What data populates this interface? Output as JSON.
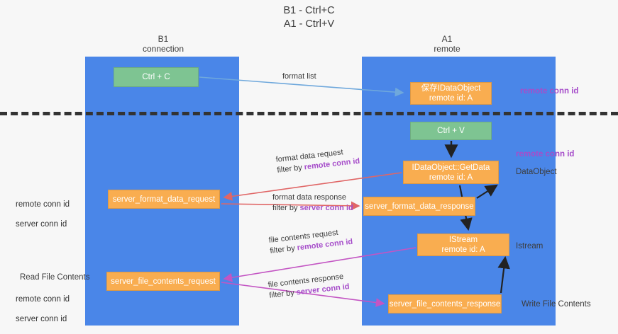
{
  "title": "B1 - Ctrl+C\nA1 - Ctrl+V",
  "columns": {
    "left": {
      "name": "B1",
      "role": "connection",
      "label": "B1\nconnection"
    },
    "right": {
      "name": "A1",
      "role": "remote",
      "label": "A1\nremote"
    }
  },
  "colors": {
    "lane": "#4a86e8",
    "node_orange": "#f9ad50",
    "node_green": "#7ec492",
    "purple": "#a64dca",
    "green_text": "#6aa84f",
    "red_arrow": "#e06666",
    "magenta_arrow": "#c355c3",
    "blue_arrow": "#6fa8dc",
    "black_arrow": "#222222",
    "divider": "#333333",
    "background": "#f7f7f7"
  },
  "nodes": [
    {
      "id": "ctrl-c",
      "lane": "left",
      "style": "green",
      "line1": "Ctrl + C",
      "line2": ""
    },
    {
      "id": "idataobject",
      "lane": "right",
      "style": "orange",
      "line1": "保存IDataObject",
      "line2": "remote id: A"
    },
    {
      "id": "ctrl-v",
      "lane": "right",
      "style": "green",
      "line1": "Ctrl + V",
      "line2": ""
    },
    {
      "id": "idataobject-getdata",
      "lane": "right",
      "style": "orange",
      "line1": "IDataObject::GetData",
      "line2": "remote id: A"
    },
    {
      "id": "server-format-data-request",
      "lane": "left",
      "style": "orange",
      "line1": "server_format_data_request",
      "line2": ""
    },
    {
      "id": "server-format-data-response",
      "lane": "right",
      "style": "orange",
      "line1": "server_format_data_response",
      "line2": ""
    },
    {
      "id": "istream",
      "lane": "right",
      "style": "orange",
      "line1": "IStream",
      "line2": "remote id: A"
    },
    {
      "id": "server-file-contents-request",
      "lane": "left",
      "style": "orange",
      "line1": "server_file_contents_request",
      "line2": ""
    },
    {
      "id": "server-file-contents-response",
      "lane": "right",
      "style": "orange",
      "line1": "server_file_contents_response",
      "line2": ""
    }
  ],
  "edges": [
    {
      "id": "format-list",
      "label": "format list",
      "filter_prefix": "",
      "filter_key": "",
      "color": "#6fa8dc"
    },
    {
      "id": "format-data-request",
      "label": "format data request",
      "filter_prefix": "filter by",
      "filter_key": "remote conn id",
      "color": "#e06666"
    },
    {
      "id": "format-data-response",
      "label": "format data response",
      "filter_prefix": "filter by",
      "filter_key": "server conn id",
      "color": "#e06666"
    },
    {
      "id": "file-contents-request",
      "label": "file contents request",
      "filter_prefix": "filter by",
      "filter_key": "remote conn id",
      "color": "#c355c3"
    },
    {
      "id": "file-contents-response",
      "label": "file contents response",
      "filter_prefix": "filter by",
      "filter_key": "server conn id",
      "color": "#c355c3"
    }
  ],
  "annotations": {
    "right_remote_conn_id_top": "remote conn id",
    "right_remote_conn_id_mid": "remote conn id",
    "right_dataobject": "DataObject",
    "right_istream": "Istream",
    "right_write_file_contents": "Write File Contents",
    "left_remote_conn_id_mid": "remote conn id",
    "left_server_conn_id_mid": "server conn id",
    "left_read_file_contents": "Read File Contents",
    "left_remote_conn_id_bottom": "remote conn id",
    "left_server_conn_id_bottom": "server conn id"
  }
}
